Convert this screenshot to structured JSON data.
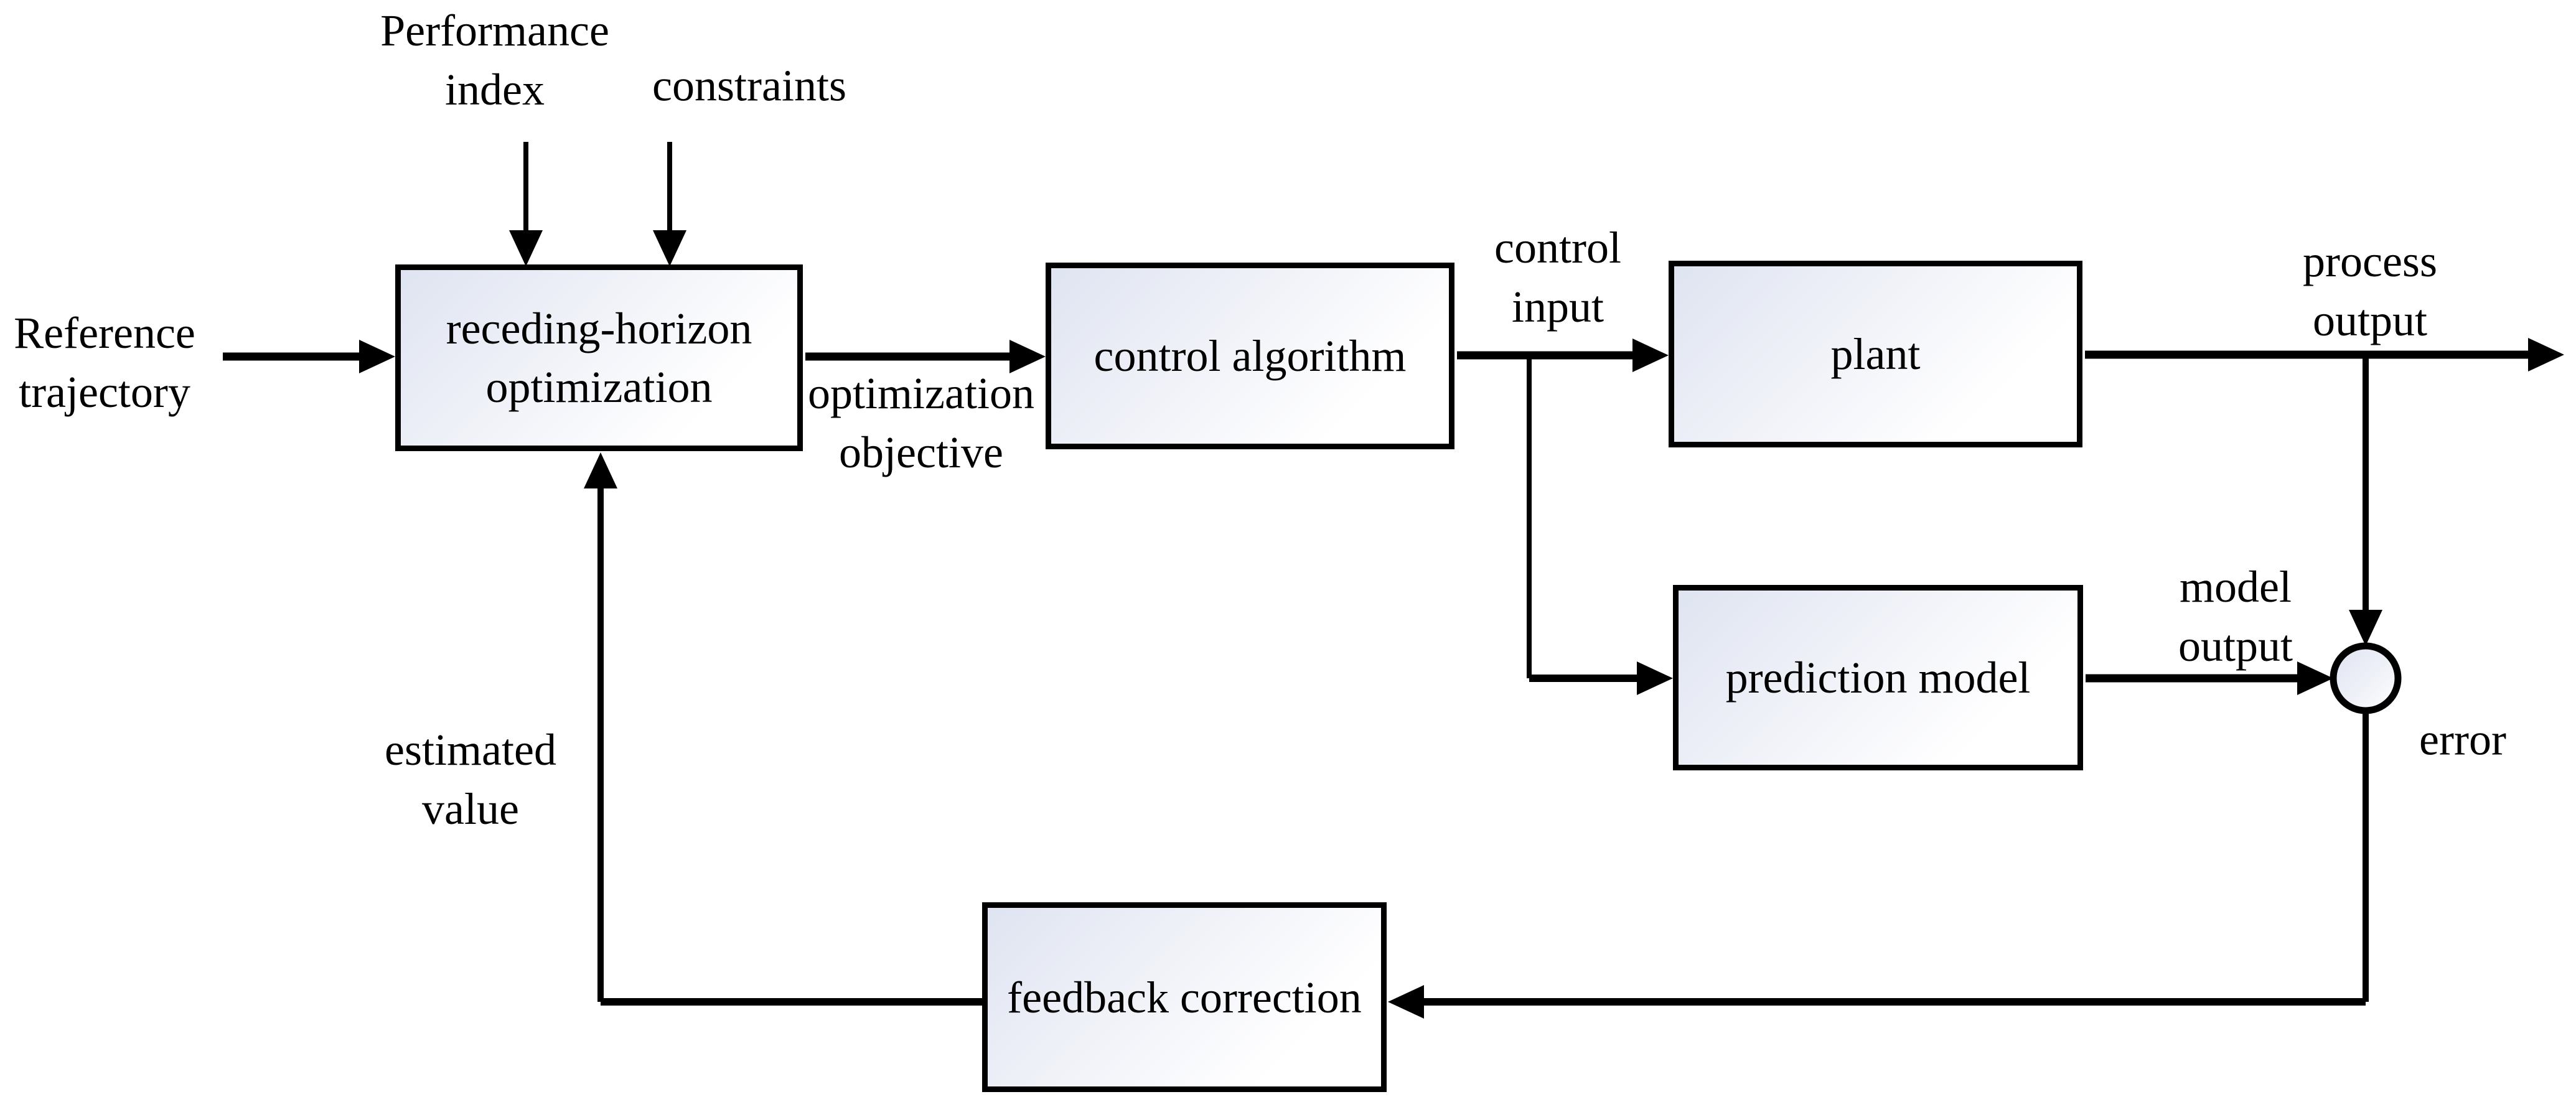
{
  "boxes": {
    "receding_horizon": "receding-horizon\noptimization",
    "control_algorithm": "control algorithm",
    "plant": "plant",
    "prediction_model": "prediction model",
    "feedback_correction": "feedback correction"
  },
  "labels": {
    "performance_index": "Performance\nindex",
    "constraints": "constraints",
    "reference_trajectory": "Reference\ntrajectory",
    "optimization_objective": "optimization\nobjective",
    "control_input": "control\ninput",
    "process_output": "process output",
    "model_output": "model\noutput",
    "error": "error",
    "estimated_value": "estimated\nvalue"
  },
  "colors": {
    "line": "#000000",
    "box_border": "#000000",
    "box_fill_start": "#dfe4f1",
    "box_fill_mid": "#eff1f8",
    "box_fill_end": "#ffffff",
    "background": "#ffffff",
    "text": "#000000"
  }
}
